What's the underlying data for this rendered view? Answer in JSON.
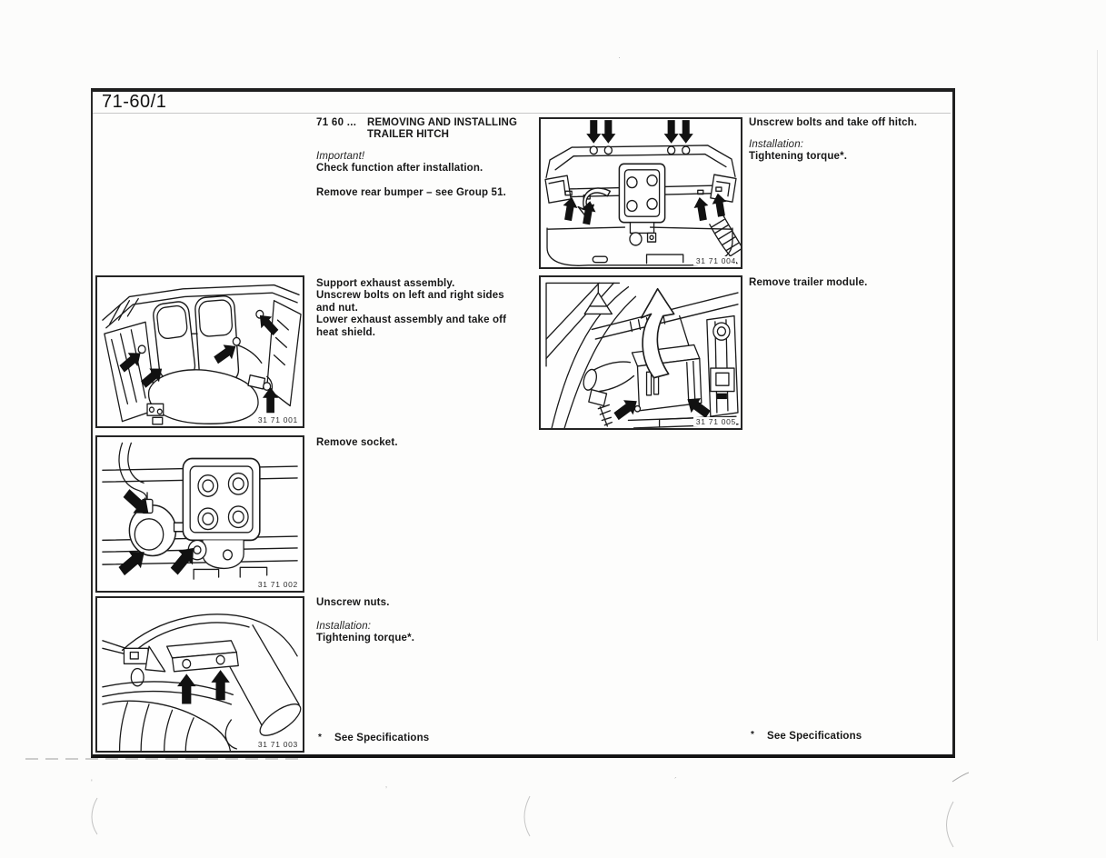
{
  "page_title": "71-60/1",
  "procedure": {
    "code": "71 60 ...",
    "title": "REMOVING AND INSTALLING\nTRAILER HITCH"
  },
  "mid_col": {
    "important_label": "Important!",
    "important_text": "Check function after installation.",
    "bumper_note": "Remove rear bumper – see Group 51.",
    "support_exhaust": "Support exhaust assembly.\nUnscrew bolts on left and right sides\nand nut.\nLower exhaust assembly and take off\nheat shield.",
    "remove_socket": "Remove socket.",
    "unscrew_nuts": "Unscrew nuts.",
    "installation_label": "Installation:",
    "tightening_torque": "Tightening torque*.",
    "footnote_symbol": "*",
    "footnote_text": "See Specifications"
  },
  "right_col": {
    "unscrew_bolts": "Unscrew bolts and take off hitch.",
    "installation_label": "Installation:",
    "tightening_torque": "Tightening torque*.",
    "remove_module": "Remove trailer module.",
    "footnote_symbol": "*",
    "footnote_text": "See Specifications"
  },
  "figures": {
    "fig_001": {
      "number": "31 71 001"
    },
    "fig_002": {
      "number": "31 71 002"
    },
    "fig_003": {
      "number": "31 71 003"
    },
    "fig_004": {
      "number": "31 71 004"
    },
    "fig_005": {
      "number": "31 71 005"
    }
  },
  "colors": {
    "ink": "#1b1b1b",
    "paper": "#fdfdfc"
  }
}
